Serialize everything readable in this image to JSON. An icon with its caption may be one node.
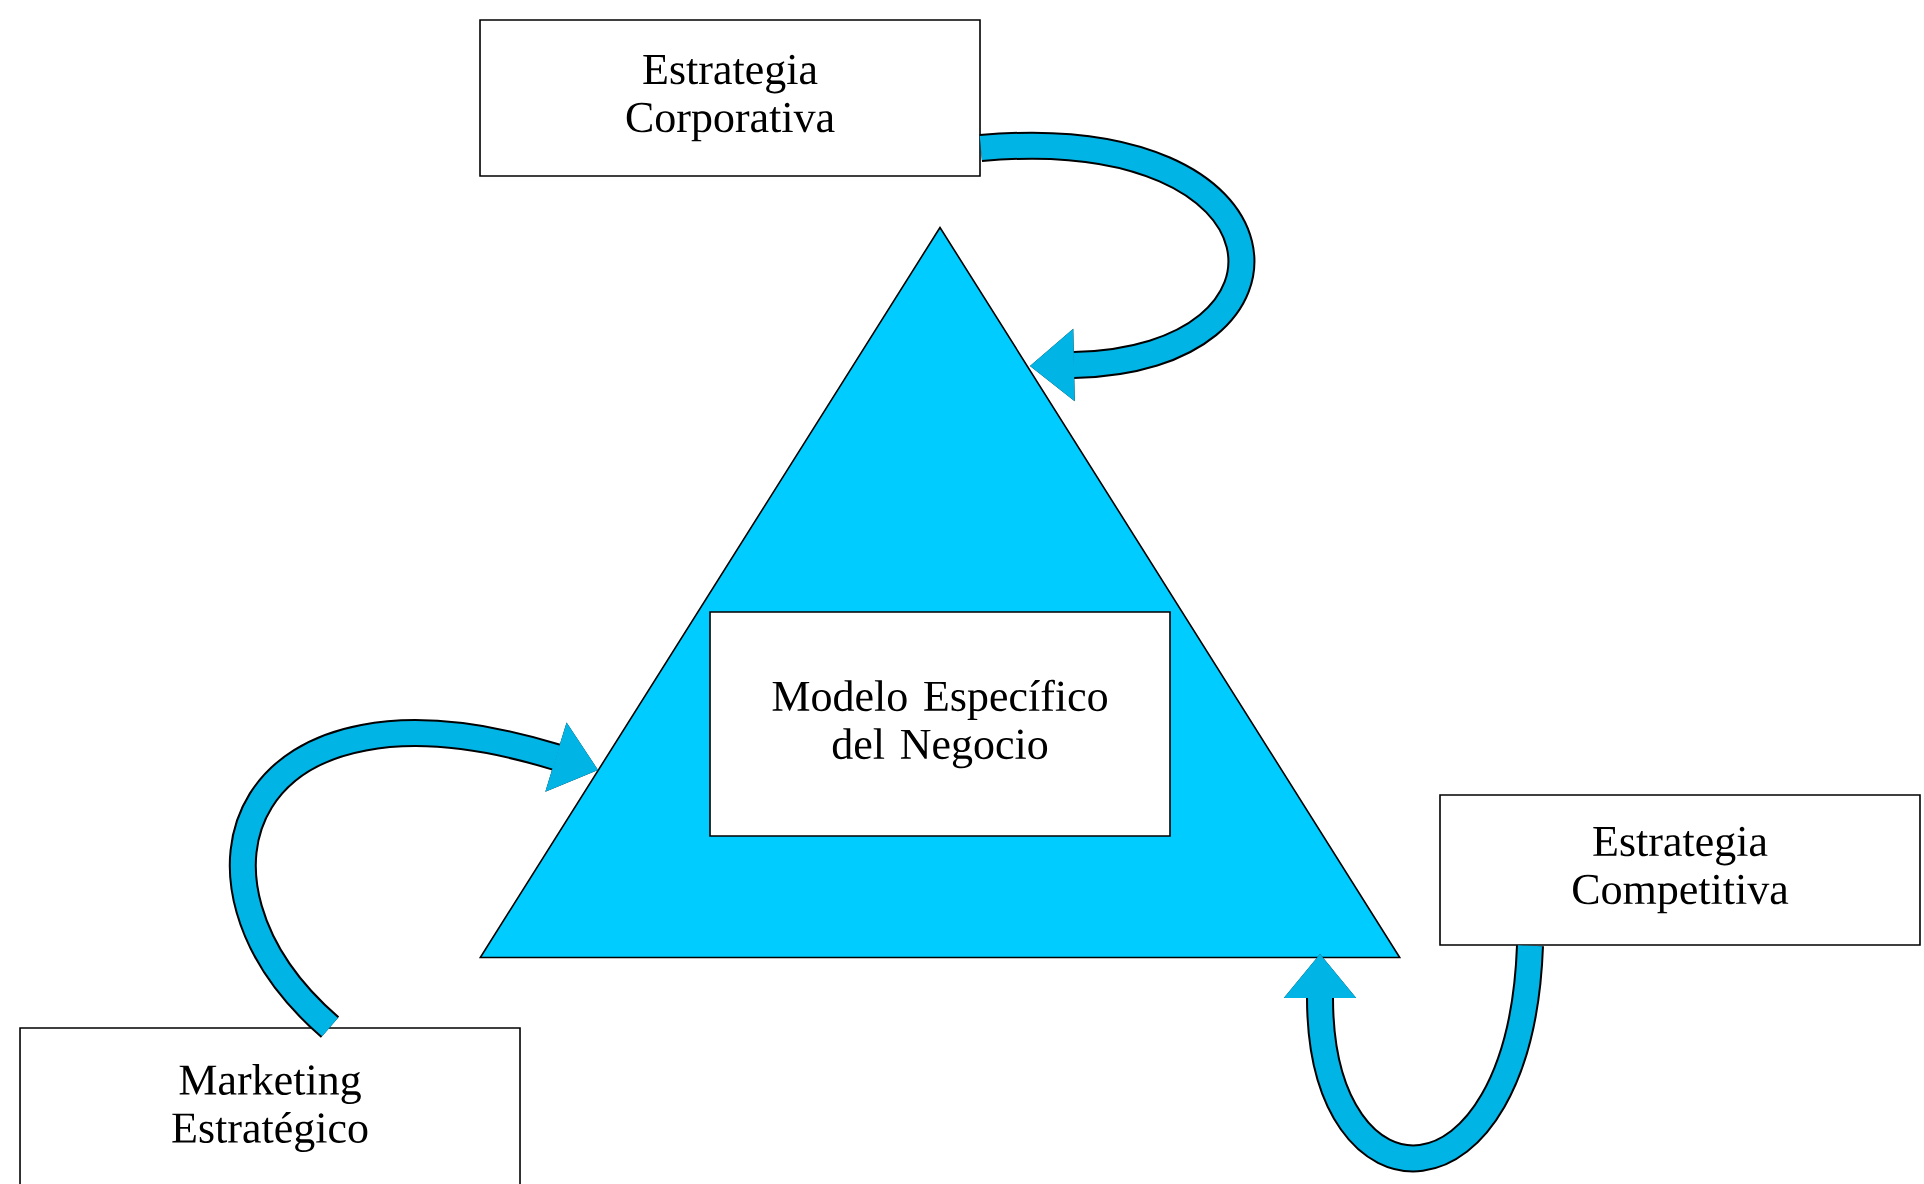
{
  "diagram": {
    "nodes": [
      {
        "text": [
          "Estrategia Corporativa"
        ]
      },
      {
        "text": [],
        "shape": "triangle"
      },
      {
        "text": [
          "Modelo Específico del Negocio"
        ],
        "in": 1
      },
      {
        "text": [
          "Estrategia Competitiva"
        ]
      },
      {
        "text": [
          "Marketing Estratégico"
        ]
      }
    ],
    "edges": [
      {
        "from": 0,
        "to": 1,
        "arrow": "to"
      },
      {
        "from": 4,
        "to": 1,
        "arrow": "to"
      },
      {
        "from": 3,
        "to": 1,
        "arrow": "to"
      }
    ]
  }
}
